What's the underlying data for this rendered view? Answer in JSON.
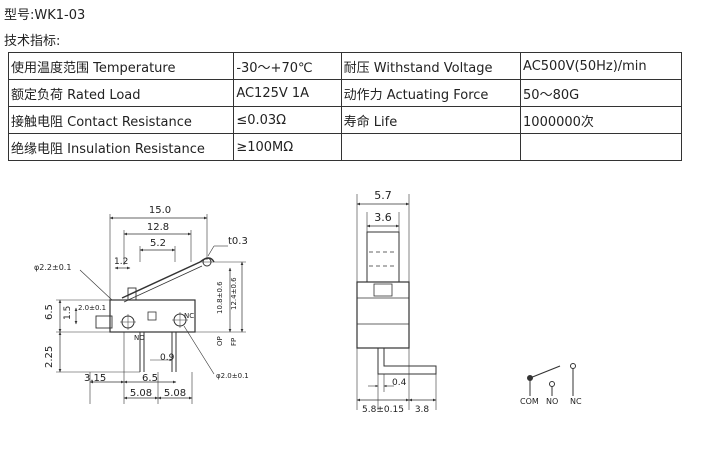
{
  "header": {
    "model": "型号:WK1-03",
    "tech_title": "技术指标:"
  },
  "spec_table": {
    "rows": [
      [
        "使用温度范围 Temperature",
        "-30～+70℃",
        "耐压 Withstand Voltage",
        "AC500V(50Hz)/min"
      ],
      [
        "额定负荷 Rated Load",
        "AC125V 1A",
        "动作力 Actuating Force",
        "50～80G"
      ],
      [
        "接触电阻 Contact Resistance",
        "≤0.03Ω",
        "寿命 Life",
        "1000000次"
      ],
      [
        "绝缘电阻 Insulation Resistance",
        "≥100MΩ",
        "",
        ""
      ]
    ]
  },
  "drawing_front": {
    "dim_15": "15.0",
    "dim_12_8": "12.8",
    "dim_5_2": "5.2",
    "dim_t0_3": "t0.3",
    "dim_1_2": "1.2",
    "dim_phi2_2": "φ2.2±0.1",
    "dim_6_5_v": "6.5",
    "dim_1_5": "1.5",
    "dim_2_0": "2.0±0.1",
    "dim_10_8": "10.8±0.6",
    "dim_12_4": "12.4±0.6",
    "label_op": "OP",
    "label_fp": "FP",
    "label_no": "NO",
    "label_nc": "NC",
    "dim_2_25": "2.25",
    "dim_0_9": "0.9",
    "dim_phi2_0": "φ2.0±0.1",
    "dim_3_15": "3.15",
    "dim_6_5_h": "6.5",
    "dim_5_08_a": "5.08",
    "dim_5_08_b": "5.08"
  },
  "drawing_side": {
    "dim_5_7": "5.7",
    "dim_3_6": "3.6",
    "dim_0_4": "0.4",
    "dim_5_8": "5.8±0.15",
    "dim_3_8": "3.8"
  },
  "schematic": {
    "com": "COM",
    "no": "NO",
    "nc": "NC"
  }
}
